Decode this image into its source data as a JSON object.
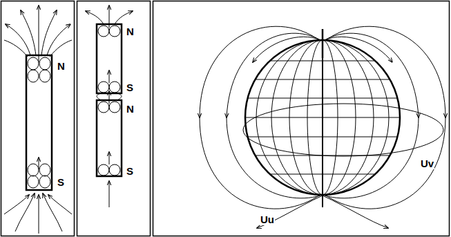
{
  "diagram": {
    "labels": [
      "N",
      "S",
      "N",
      "S",
      "N",
      "S",
      "Uu",
      "Uv"
    ]
  }
}
